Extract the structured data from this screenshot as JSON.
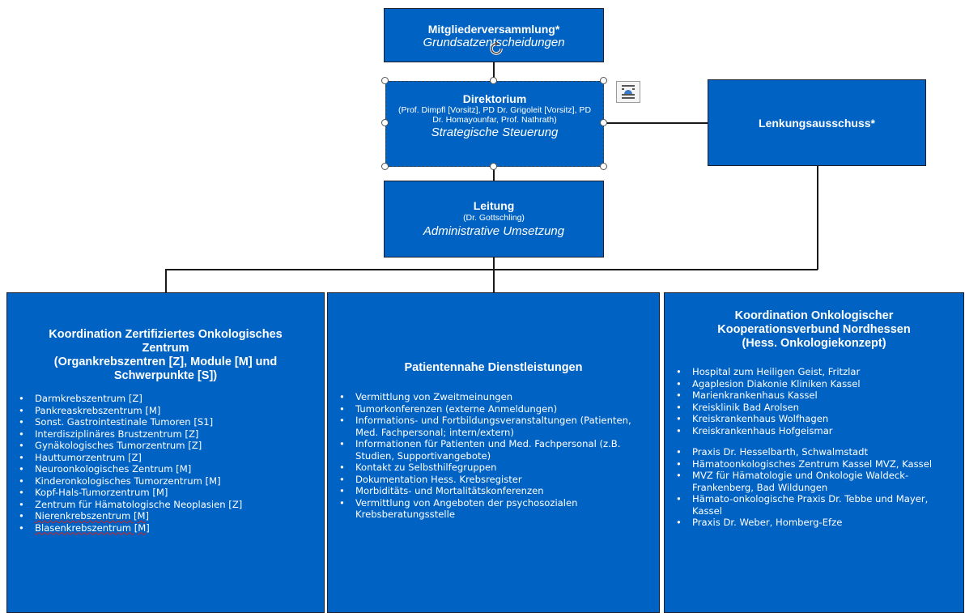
{
  "boxes": {
    "mitglieder": {
      "title": "Mitgliederversammlung*",
      "subtitle": "Grundsatzentscheidungen"
    },
    "direktorium": {
      "title": "Direktorium",
      "names": "(Prof. Dimpfl [Vorsitz], PD Dr. Grigoleit [Vorsitz], PD Dr. Homayounfar, Prof. Nathrath)",
      "subtitle": "Strategische Steuerung"
    },
    "lenkung": {
      "title": "Lenkungsausschuss*"
    },
    "leitung": {
      "title": "Leitung",
      "names": "(Dr. Gottschling)",
      "subtitle": "Administrative Umsetzung"
    }
  },
  "bottom": {
    "left": {
      "title_lines": [
        "Koordination Zertifiziertes Onkologisches",
        "Zentrum",
        "(Organkrebszentren [Z], Module [M] und",
        "Schwerpunkte [S])"
      ],
      "items": [
        "Darmkrebszentrum [Z]",
        "Pankreaskrebszentrum [M]",
        "Sonst. Gastrointestinale Tumoren [S1]",
        "Interdisziplinäres Brustzentrum [Z]",
        "Gynäkologisches Tumorzentrum [Z]",
        "Hauttumorzentrum [Z]",
        "Neuroonkologisches Zentrum [M]",
        "Kinderonkologisches Tumorzentrum [M]",
        "Kopf-Hals-Tumorzentrum [M]",
        "Zentrum für Hämatologische Neoplasien [Z]",
        "Nierenkrebszentrum [M]",
        "Blasenkrebszentrum [M]"
      ]
    },
    "middle": {
      "title": "Patientennahe Dienstleistungen",
      "items": [
        "Vermittlung von Zweitmeinungen",
        "Tumorkonferenzen (externe Anmeldungen)",
        "Informations- und Fortbildungsveranstaltungen (Patienten, Med. Fachpersonal; intern/extern)",
        "Informationen für Patienten und Med. Fachpersonal (z.B. Studien, Supportivangebote)",
        "Kontakt zu Selbsthilfegruppen",
        "Dokumentation Hess. Krebsregister",
        "Morbiditäts- und Mortalitätskonferenzen",
        "Vermittlung von Angeboten der psychosozialen Krebsberatungsstelle"
      ]
    },
    "right": {
      "title_lines": [
        "Koordination Onkologischer",
        "Kooperationsverbund Nordhessen",
        "(Hess. Onkologiekonzept)"
      ],
      "items_group1": [
        "Hospital zum Heiligen Geist, Fritzlar",
        "Agaplesion Diakonie Kliniken Kassel",
        "Marienkrankenhaus Kassel",
        "Kreisklinik Bad Arolsen",
        "Kreiskrankenhaus Wolfhagen",
        "Kreiskrankenhaus Hofgeismar"
      ],
      "items_group2": [
        "Praxis Dr. Hesselbarth, Schwalmstadt",
        "Hämatoonkologisches Zentrum Kassel MVZ, Kassel",
        "MVZ für Hämatologie und Onkologie Waldeck-Frankenberg, Bad Wildungen",
        "Hämato-onkologische Praxis Dr. Tebbe und Mayer, Kassel",
        "Praxis Dr. Weber, Homberg-Efze"
      ]
    }
  },
  "icons": {
    "rotate": "rotate-handle-icon",
    "layout": "layout-options-icon"
  },
  "colors": {
    "box_fill": "#0063c3",
    "box_border": "#1d1d2b",
    "text": "#ffffff",
    "connector": "#1a1a1a"
  }
}
